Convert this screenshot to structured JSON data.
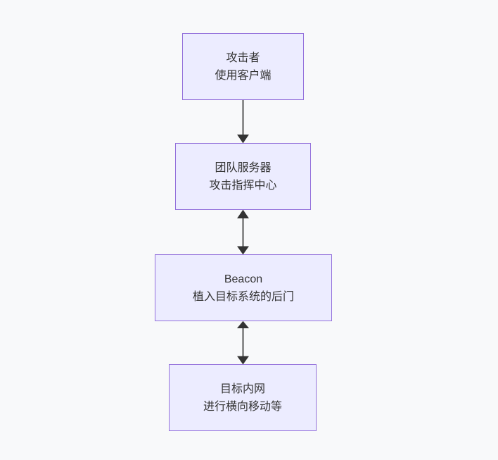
{
  "diagram": {
    "type": "flowchart",
    "direction": "top-down",
    "nodes": [
      {
        "id": "attacker",
        "lines": [
          "攻击者",
          "使用客户端"
        ]
      },
      {
        "id": "team-server",
        "lines": [
          "团队服务器",
          "攻击指挥中心"
        ]
      },
      {
        "id": "beacon",
        "lines": [
          "Beacon",
          "植入目标系统的后门"
        ]
      },
      {
        "id": "target-intranet",
        "lines": [
          "目标内网",
          "进行横向移动等"
        ]
      }
    ],
    "edges": [
      {
        "from": "attacker",
        "to": "team-server",
        "arrow": "single-down"
      },
      {
        "from": "team-server",
        "to": "beacon",
        "arrow": "bidirectional"
      },
      {
        "from": "beacon",
        "to": "target-intranet",
        "arrow": "bidirectional"
      }
    ],
    "colors": {
      "background": "#f8f9fa",
      "node_fill": "#ececff",
      "node_border": "#9370db",
      "edge": "#333333",
      "text": "#333333"
    }
  }
}
